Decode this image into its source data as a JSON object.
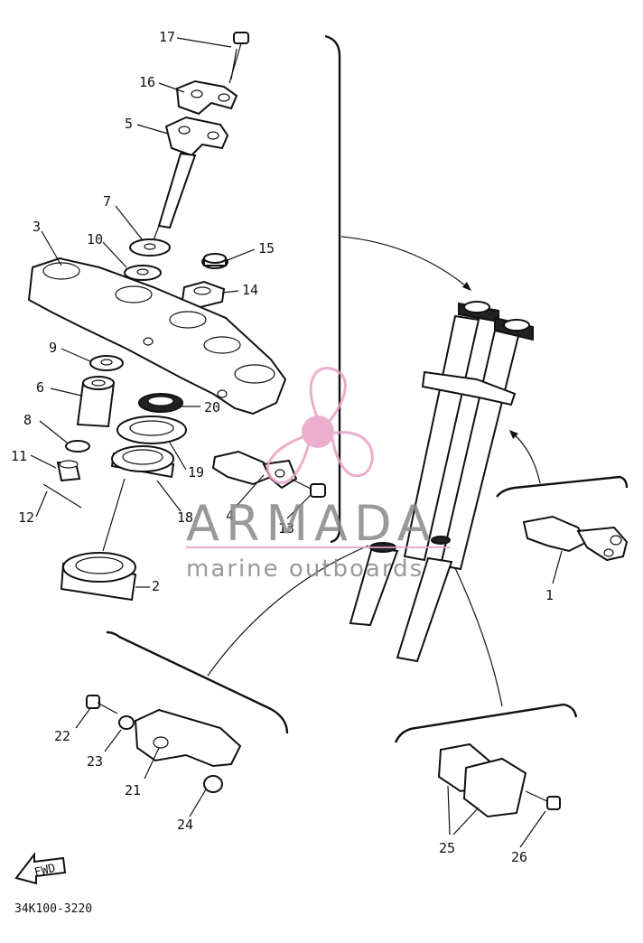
{
  "diagram": {
    "part_code": "34K100-3220",
    "fwd_label": "FWD",
    "callouts": [
      "1",
      "2",
      "3",
      "4",
      "5",
      "6",
      "7",
      "8",
      "9",
      "10",
      "11",
      "12",
      "13",
      "14",
      "15",
      "16",
      "17",
      "18",
      "19",
      "20",
      "21",
      "22",
      "23",
      "24",
      "25",
      "26"
    ]
  },
  "watermark": {
    "brand": "ARMADA",
    "tagline": "marine outboards",
    "color": "#e8a0c4",
    "icon": "propeller-icon"
  }
}
